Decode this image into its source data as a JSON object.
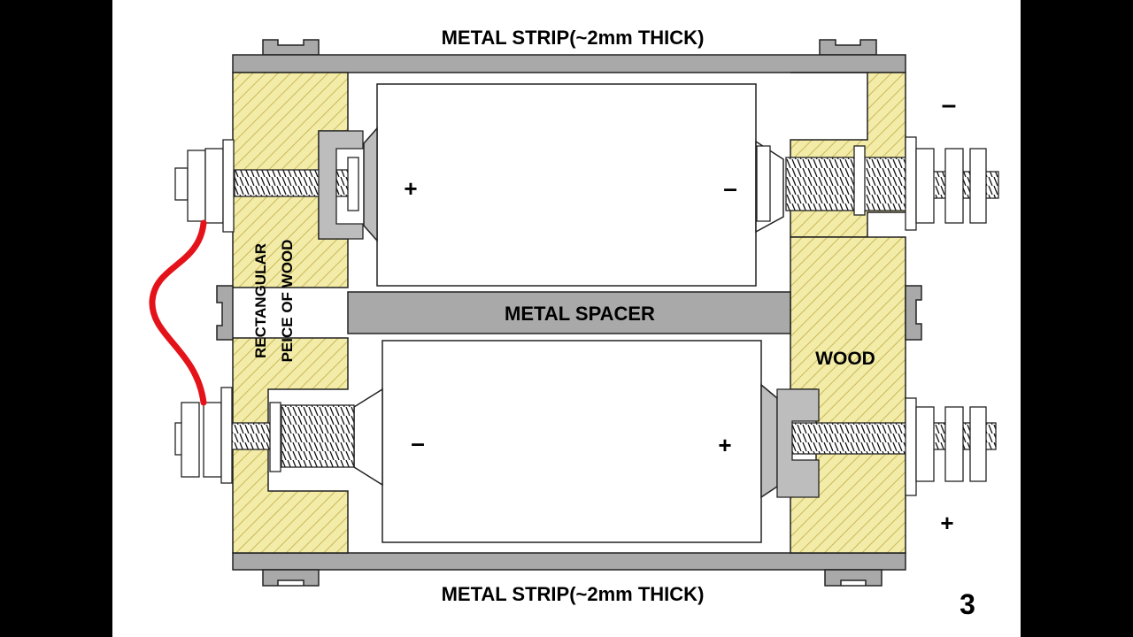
{
  "labels": {
    "top_strip": "METAL STRIP(~2mm THICK)",
    "bottom_strip": "METAL STRIP(~2mm THICK)",
    "spacer": "METAL SPACER",
    "wood_right": "WOOD",
    "wood_left_line1": "RECTANGULAR",
    "wood_left_line2": "PEICE OF WOOD",
    "top_cell_left_pole": "+",
    "top_cell_right_pole": "–",
    "bottom_cell_left_pole": "–",
    "bottom_cell_right_pole": "+",
    "terminal_top": "–",
    "terminal_bottom": "+",
    "page_number": "3"
  },
  "colors": {
    "background": "#000000",
    "paper": "#ffffff",
    "metal": "#a9a9a9",
    "wood": "#f3eca8",
    "wire": "#e4131a",
    "outline": "#222222"
  }
}
